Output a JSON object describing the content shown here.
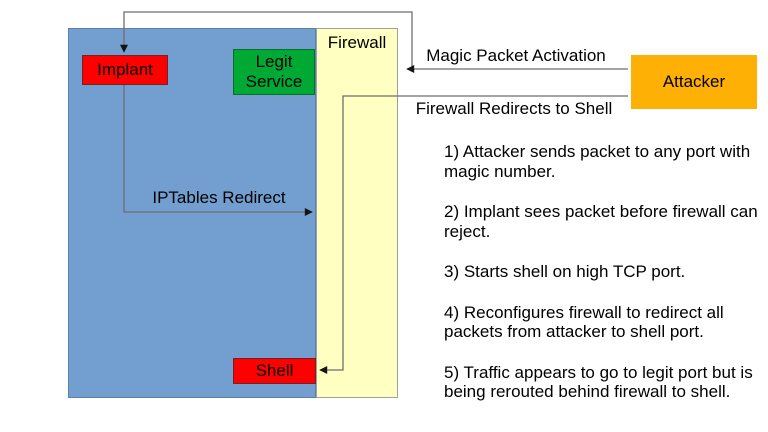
{
  "diagram": {
    "boxes": {
      "implant": "Implant",
      "legit_service_lines": [
        "Legit",
        "Service"
      ],
      "shell": "Shell",
      "firewall": "Firewall",
      "attacker": "Attacker"
    },
    "arrows": {
      "magic_packet": "Magic Packet Activation",
      "firewall_redirect": "Firewall Redirects to Shell",
      "iptables": "IPTables Redirect"
    },
    "colors": {
      "host_fill": "#729FCF",
      "firewall_fill": "#FFFFC2",
      "implant_fill": "#FF0000",
      "shell_fill": "#FF0000",
      "legit_fill": "#00A933",
      "attacker_fill": "#FFB005",
      "connector": "#6E6E6E"
    }
  },
  "steps": [
    "1) Attacker sends packet to any port with magic number.",
    "2) Implant sees packet before firewall can reject.",
    "3) Starts shell on high TCP port.",
    "4) Reconfigures firewall to redirect all packets from attacker to shell port.",
    "5) Traffic appears to go to legit port but is being rerouted behind firewall to shell."
  ]
}
